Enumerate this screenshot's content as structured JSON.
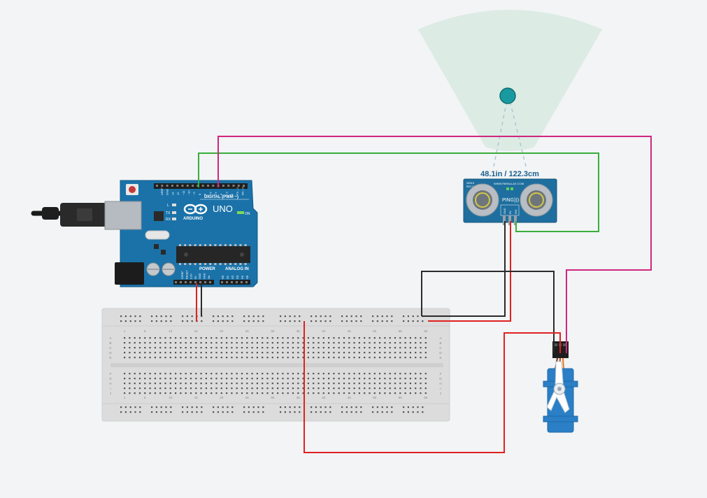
{
  "arduino": {
    "brand": "ARDUINO",
    "model": "UNO",
    "digital_label": "DIGITAL (PWM ~)",
    "power_label": "POWER",
    "analog_label": "ANALOG IN",
    "on_label": "ON",
    "l_label": "L",
    "tx_label": "TX",
    "rx_label": "RX",
    "digital_pins": [
      "AREF",
      "GND",
      "13",
      "12",
      "~11",
      "~10",
      "~9",
      "8",
      "7",
      "~6",
      "~5",
      "4",
      "~3",
      "2",
      "TX→1",
      "RX←0"
    ],
    "power_pins": [
      "IOREF",
      "RESET",
      "3.3V",
      "5V",
      "GND",
      "GND",
      "Vin"
    ],
    "analog_pins": [
      "A0",
      "A1",
      "A2",
      "A3",
      "A4",
      "A5"
    ]
  },
  "sensor": {
    "reading": "48.1in / 122.3cm",
    "brand": "PING)))",
    "website": "WWW.PARALLAX.COM",
    "part": "28015",
    "rev": "REV C",
    "pins": [
      "GND",
      "5V",
      "SIG"
    ]
  },
  "breadboard": {
    "column_labels": [
      "1",
      "5",
      "10",
      "15",
      "20",
      "25",
      "30",
      "35",
      "40",
      "45",
      "50",
      "55",
      "60"
    ],
    "row_labels_top": [
      "A",
      "B",
      "C",
      "D",
      "E"
    ],
    "row_labels_bottom": [
      "F",
      "G",
      "H",
      "I",
      "J"
    ]
  },
  "colors": {
    "background": "#f2f4f6",
    "board": "#1a72a9",
    "sensor_board": "#1e6f9f",
    "servo": "#2a7fc6",
    "breadboard": "#dcdcdc",
    "wire_red": "#e02020",
    "wire_black": "#2b2b2b",
    "wire_green": "#3aae3a",
    "wire_magenta": "#d0267f",
    "detection_cone": "#dcebe4",
    "target": "#1a9aa0"
  }
}
